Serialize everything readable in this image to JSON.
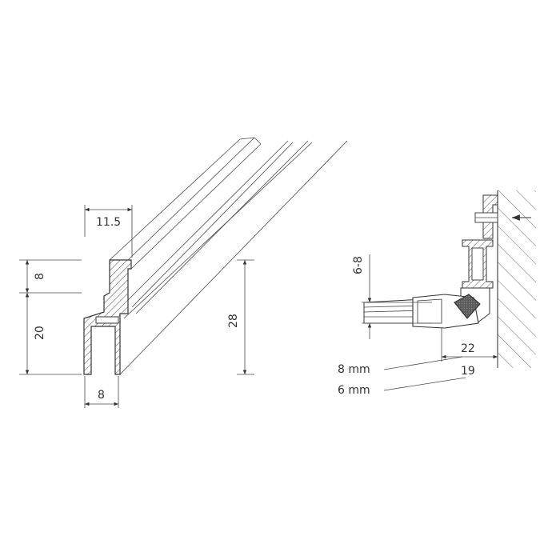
{
  "left_profile": {
    "dim_top_width": "11.5",
    "dim_upper_height": "8",
    "dim_lower_height": "20",
    "dim_bottom_width": "8",
    "dim_total_height": "28"
  },
  "right_detail": {
    "dim_gap": "6-8",
    "dim_outer": "22",
    "dim_inner": "19",
    "callout_8mm": "8 mm",
    "callout_6mm": "6 mm"
  },
  "colors": {
    "line": "#3a3a3a",
    "hatch": "#555555",
    "seal": "#555555",
    "arrow": "#777777"
  }
}
